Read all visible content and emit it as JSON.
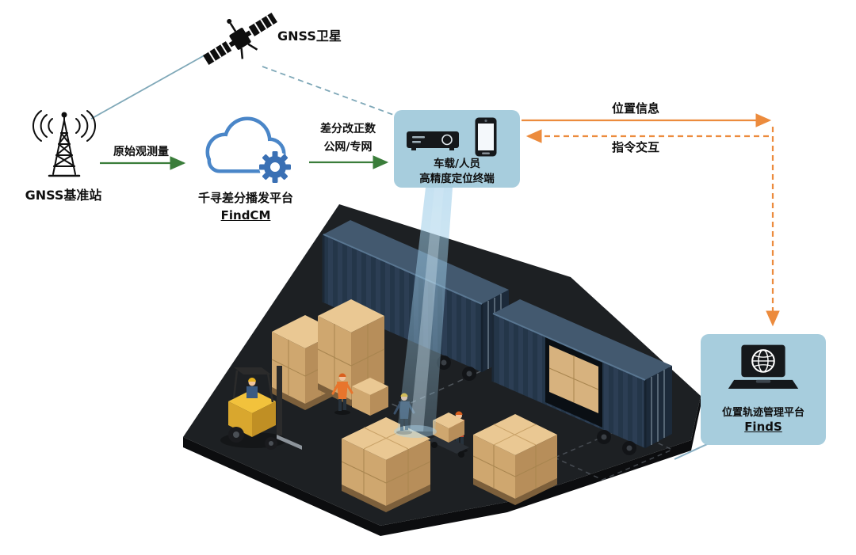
{
  "nodes": {
    "satellite": {
      "label": "GNSS卫星"
    },
    "base_station": {
      "label": "GNSS基准站"
    },
    "cloud": {
      "name": "千寻差分播发平台",
      "product": "FindCM"
    },
    "terminal": {
      "line1": "车载/人员",
      "line2": "高精度定位终端"
    },
    "management": {
      "name": "位置轨迹管理平台",
      "product": "FindS"
    }
  },
  "links": {
    "raw_observation": {
      "label": "原始观测量"
    },
    "corrections": {
      "line1": "差分改正数",
      "line2": "公网/专网"
    },
    "position_info": {
      "label": "位置信息"
    },
    "command_interaction": {
      "label": "指令交互"
    }
  },
  "colors": {
    "callout_bg": "#a7cddd",
    "green_arrow": "#3a7d3a",
    "orange_arrow": "#ec8b3d",
    "teal_line": "#7fa8b8",
    "beam_blue": "#9ecde8",
    "cloud_blue": "#4a86c8"
  }
}
